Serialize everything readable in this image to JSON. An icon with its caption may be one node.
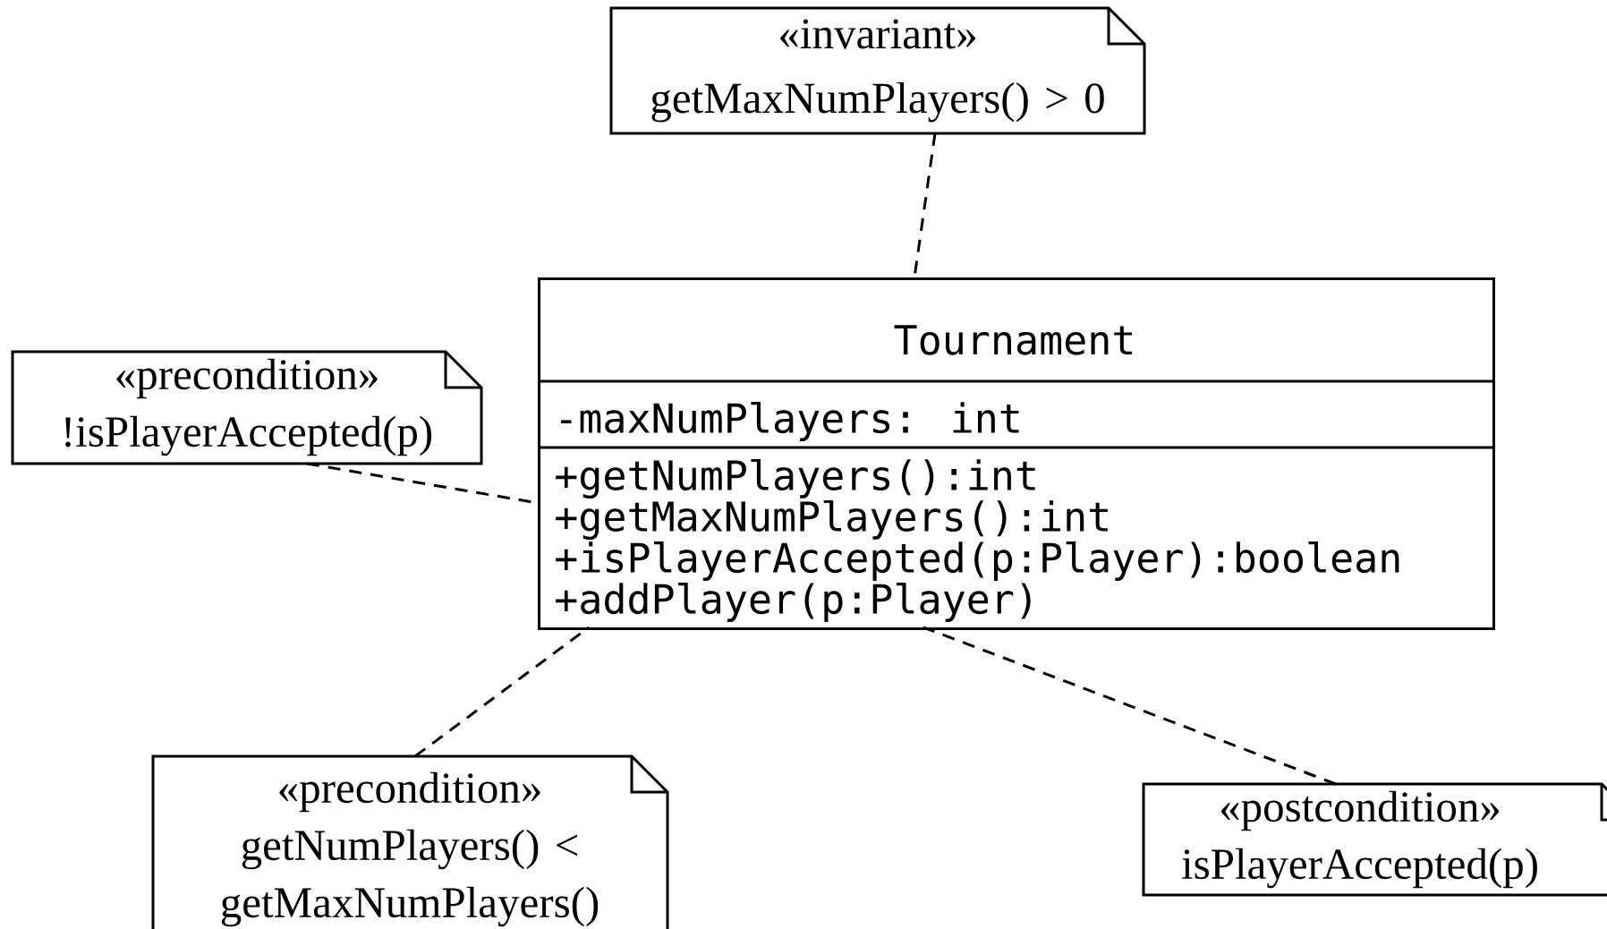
{
  "diagram": {
    "nodes": [
      {
        "text": [
          "«invariant»",
          "getMaxNumPlayers() > 0"
        ]
      },
      {
        "text": [
          "Tournament",
          "-maxNumPlayers: int",
          "+getNumPlayers():int",
          "+getMaxNumPlayers():int",
          "+isPlayerAccepted(p:Player):boolean",
          "+addPlayer(p:Player)"
        ]
      },
      {
        "text": [
          "«precondition»",
          "!isPlayerAccepted(p)"
        ]
      },
      {
        "text": [
          "«precondition»",
          "getNumPlayers() < getMaxNumPlayers()"
        ]
      },
      {
        "text": [
          "«postcondition»",
          "isPlayerAccepted(p)"
        ]
      }
    ],
    "edges": [
      {
        "from": 0,
        "to": 1,
        "arrow": "none",
        "style": "dashed"
      },
      {
        "from": 2,
        "to": 1,
        "arrow": "none",
        "style": "dashed"
      },
      {
        "from": 3,
        "to": 1,
        "arrow": "none",
        "style": "dashed"
      },
      {
        "from": 4,
        "to": 1,
        "arrow": "none",
        "style": "dashed"
      }
    ]
  }
}
